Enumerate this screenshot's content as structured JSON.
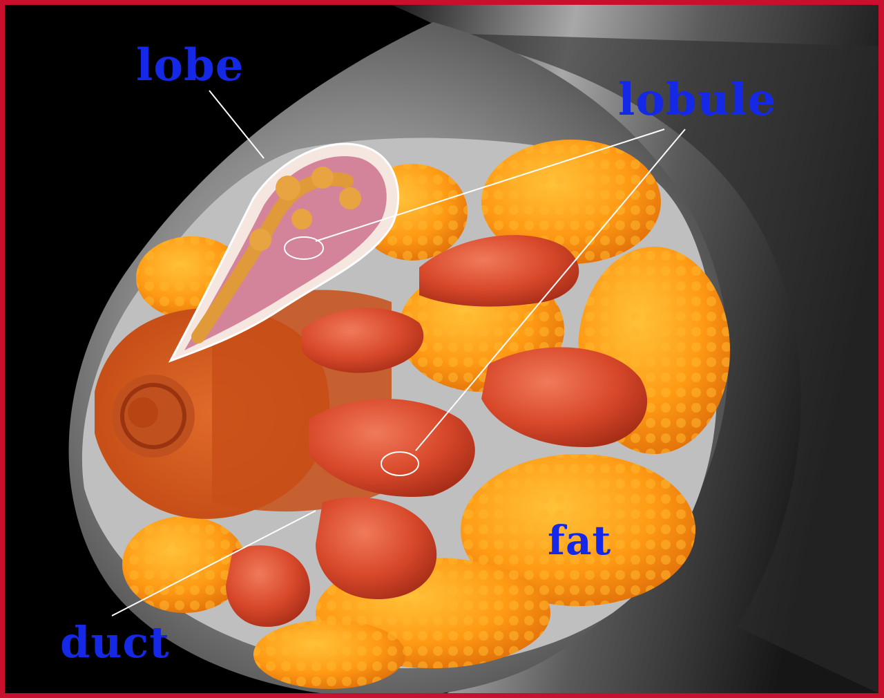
{
  "labels": {
    "lobe": "lobe",
    "lobule": "lobule",
    "fat": "fat",
    "duct": "duct"
  },
  "colors": {
    "label": "#1428e6",
    "border": "#c8102e",
    "background": "#000000",
    "skin": "#8a8a8a",
    "fat": "#ff9a1a",
    "gland": "#d94a1a",
    "lobule": "#e05535",
    "leader_line": "#ffffff"
  }
}
